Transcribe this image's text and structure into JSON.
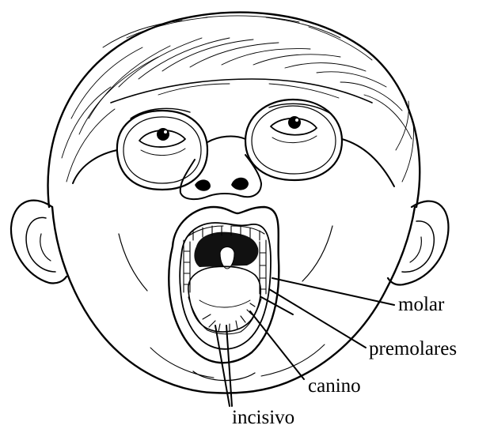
{
  "labels": {
    "molar": "molar",
    "premolares": "premolares",
    "canino": "canino",
    "incisivo": "incisivo"
  },
  "colors": {
    "ink": "#000000",
    "paper": "#ffffff"
  }
}
